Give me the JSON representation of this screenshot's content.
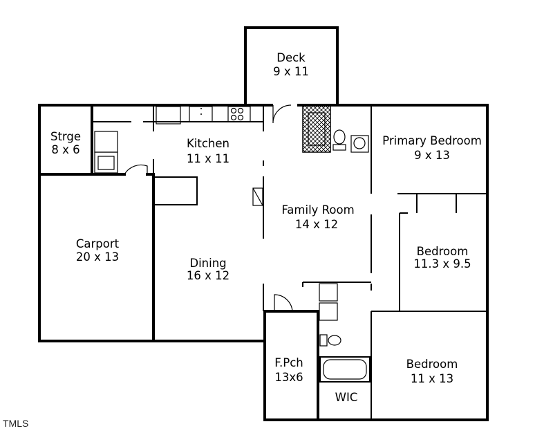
{
  "rooms": {
    "deck": {
      "name": "Deck",
      "size": "9 x 11"
    },
    "storage": {
      "name": "Strge",
      "size": "8 x 6"
    },
    "kitchen": {
      "name": "Kitchen",
      "size": "11 x 11"
    },
    "primary_bedroom": {
      "name": "Primary Bedroom",
      "size": "9 x 13"
    },
    "family_room": {
      "name": "Family Room",
      "size": "14 x 12"
    },
    "carport": {
      "name": "Carport",
      "size": "20 x 13"
    },
    "bedroom_2": {
      "name": "Bedroom",
      "size": "11.3 x 9.5"
    },
    "dining": {
      "name": "Dining",
      "size": "16 x 12"
    },
    "front_porch": {
      "name": "F.Pch",
      "size": "13x6"
    },
    "bedroom_3": {
      "name": "Bedroom",
      "size": "11 x 13"
    },
    "wic": {
      "name": "WIC"
    }
  },
  "watermark": "TMLS"
}
